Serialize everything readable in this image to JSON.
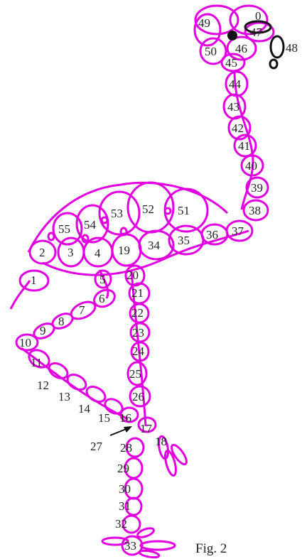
{
  "figure": {
    "caption": "Fig. 2",
    "colors": {
      "thread": "#e000e0",
      "thread_dark": "#111111",
      "label": "#222222",
      "background": "#ffffff"
    },
    "labels": [
      "0",
      "1",
      "2",
      "3",
      "4",
      "5",
      "6",
      "7",
      "8",
      "9",
      "10",
      "11",
      "12",
      "13",
      "14",
      "15",
      "16",
      "17",
      "18",
      "19",
      "20",
      "21",
      "22",
      "23",
      "24",
      "25",
      "26",
      "27",
      "28",
      "29",
      "30",
      "31",
      "32",
      "33",
      "34",
      "35",
      "36",
      "37",
      "38",
      "39",
      "40",
      "41",
      "42",
      "43",
      "44",
      "45",
      "46",
      "47",
      "48",
      "49",
      "50",
      "51",
      "52",
      "53",
      "54",
      "55"
    ]
  }
}
